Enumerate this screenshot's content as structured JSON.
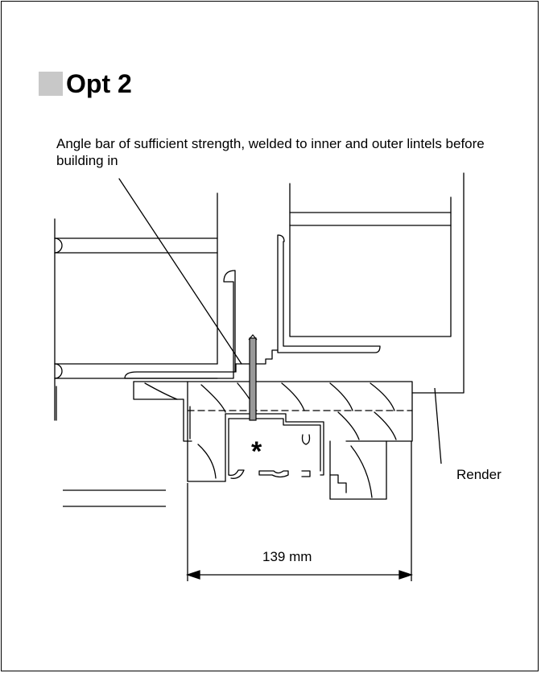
{
  "heading": {
    "title": "Opt 2"
  },
  "caption": {
    "text": "Angle bar of sufficient strength, welded  to inner and outer lintels before building in"
  },
  "labels": {
    "render": "Render",
    "dimension": "139 mm",
    "marker": "*"
  },
  "colors": {
    "heading_square": "#c8c8c8",
    "line": "#000000",
    "bar_fill": "#999999"
  }
}
